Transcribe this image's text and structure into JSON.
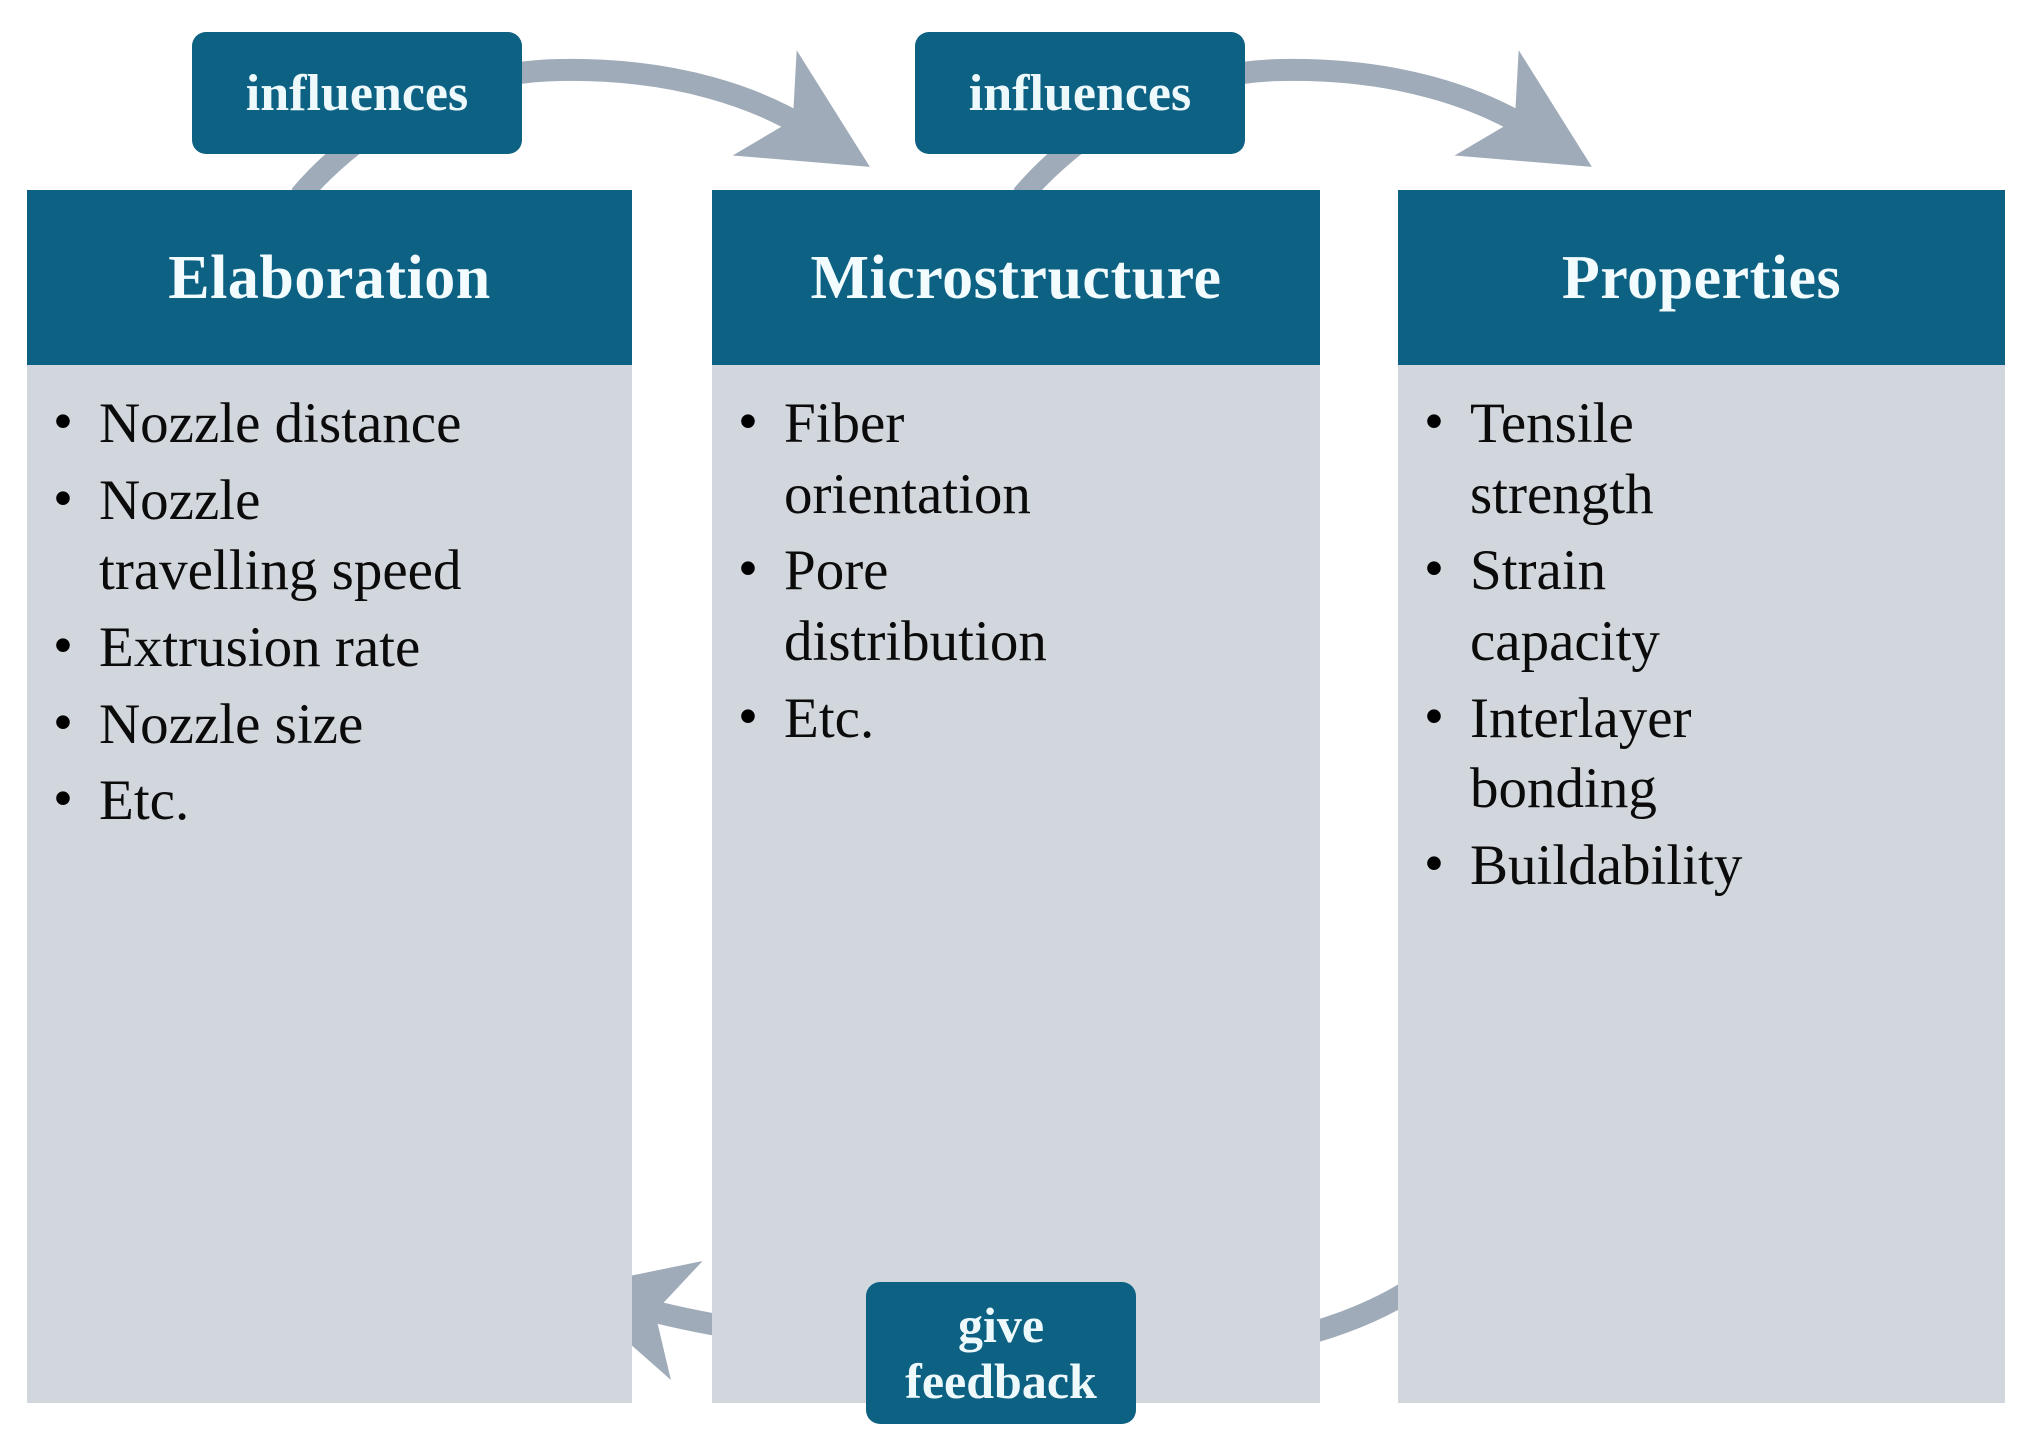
{
  "diagram": {
    "title_colors": {
      "teal": "#0d6183",
      "panel_body_gray": "#d2d7dd",
      "arrow_gray": "#9fabb8",
      "header_text": "#f2fbfd",
      "bullet_text": "#0b0b0b"
    },
    "columns": [
      {
        "id": "elaboration",
        "header": "Elaboration",
        "items": [
          "Nozzle distance",
          "Nozzle travelling speed",
          "Extrusion rate",
          "Nozzle size",
          "Etc."
        ]
      },
      {
        "id": "microstructure",
        "header": "Microstructure",
        "items": [
          "Fiber orientation",
          "Pore distribution",
          "Etc."
        ]
      },
      {
        "id": "properties",
        "header": "Properties",
        "items": [
          "Tensile strength",
          "Strain capacity",
          "Interlayer bonding",
          "Buildability"
        ]
      }
    ],
    "connectors": [
      {
        "id": "influences-1",
        "label": "influences",
        "from": "elaboration",
        "to": "microstructure"
      },
      {
        "id": "influences-2",
        "label": "influences",
        "from": "microstructure",
        "to": "properties"
      },
      {
        "id": "give-feedback",
        "label_line_1": "give",
        "label_line_2": "feedback",
        "from": "properties",
        "to": "elaboration"
      }
    ]
  }
}
